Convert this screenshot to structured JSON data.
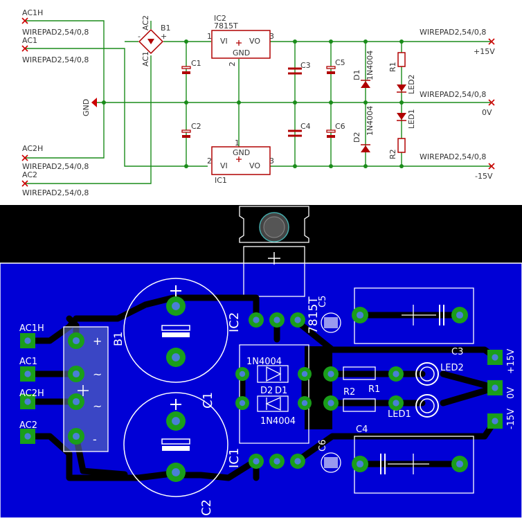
{
  "schematic": {
    "connectors": {
      "ac1h": {
        "name": "AC1H",
        "pkg": "WIREPAD2,54/0,8"
      },
      "ac1": {
        "name": "AC1",
        "pkg": "WIREPAD2,54/0,8"
      },
      "ac2h": {
        "name": "AC2H",
        "pkg": "WIREPAD2,54/0,8"
      },
      "ac2": {
        "name": "AC2",
        "pkg": "WIREPAD2,54/0,8"
      },
      "out_pos": {
        "pkg": "WIREPAD2,54/0,8",
        "value": "+15V"
      },
      "out_gnd": {
        "pkg": "WIREPAD2,54/0,8",
        "value": "0V"
      },
      "out_neg": {
        "pkg": "WIREPAD2,54/0,8",
        "value": "-15V"
      }
    },
    "gnd_label": "GND",
    "bridge": {
      "name": "B1",
      "ac1": "AC1",
      "ac2": "AC2",
      "minus": "-",
      "plus": "+"
    },
    "ic2": {
      "name": "IC2",
      "value": "7815T",
      "vi": "VI",
      "vo": "VO",
      "gnd": "GND",
      "pin1": "1",
      "pin2": "2",
      "pin3": "3"
    },
    "ic1": {
      "name": "IC1",
      "vi": "VI",
      "vo": "VO",
      "gnd": "GND",
      "pin1": "1",
      "pin2": "2",
      "pin3": "3"
    },
    "caps": {
      "c1": "C1",
      "c2": "C2",
      "c3": "C3",
      "c4": "C4",
      "c5": "C5",
      "c6": "C6"
    },
    "diodes": {
      "d1": "D1",
      "d2": "D2",
      "d1_value": "1N4004",
      "d2_value": "1N4004"
    },
    "resistors": {
      "r1": "R1",
      "r2": "R2"
    },
    "leds": {
      "led1": "LED1",
      "led2": "LED2"
    }
  },
  "pcb": {
    "pads": {
      "ac1h": "AC1H",
      "ac1": "AC1",
      "ac2h": "AC2H",
      "ac2": "AC2"
    },
    "b1": "B1",
    "b1_pins": [
      "+",
      "~",
      "~",
      "-"
    ],
    "c1": "C1",
    "c2": "C2",
    "c3": "C3",
    "c4": "C4",
    "c5": "C5",
    "c6": "C6",
    "ic1": "IC1",
    "ic2": "IC2",
    "ic2_value": "7815T",
    "d1": "D1",
    "d2": "D2",
    "d1_value": "1N4004",
    "d2_value": "1N4004",
    "r1": "R1",
    "r2": "R2",
    "led1": "LED1",
    "led2": "LED2",
    "out_pos": "+15V",
    "out_gnd": "0V",
    "out_neg": "-15V",
    "plus": "+"
  },
  "colors": {
    "board": "#0000d6",
    "trace": "#000000",
    "pad": "#1a9e1a",
    "pad_center": "#4a7fd6",
    "silk": "#ffffff",
    "sch_wire": "#1a8c1a",
    "sch_x": "#cc0000"
  }
}
